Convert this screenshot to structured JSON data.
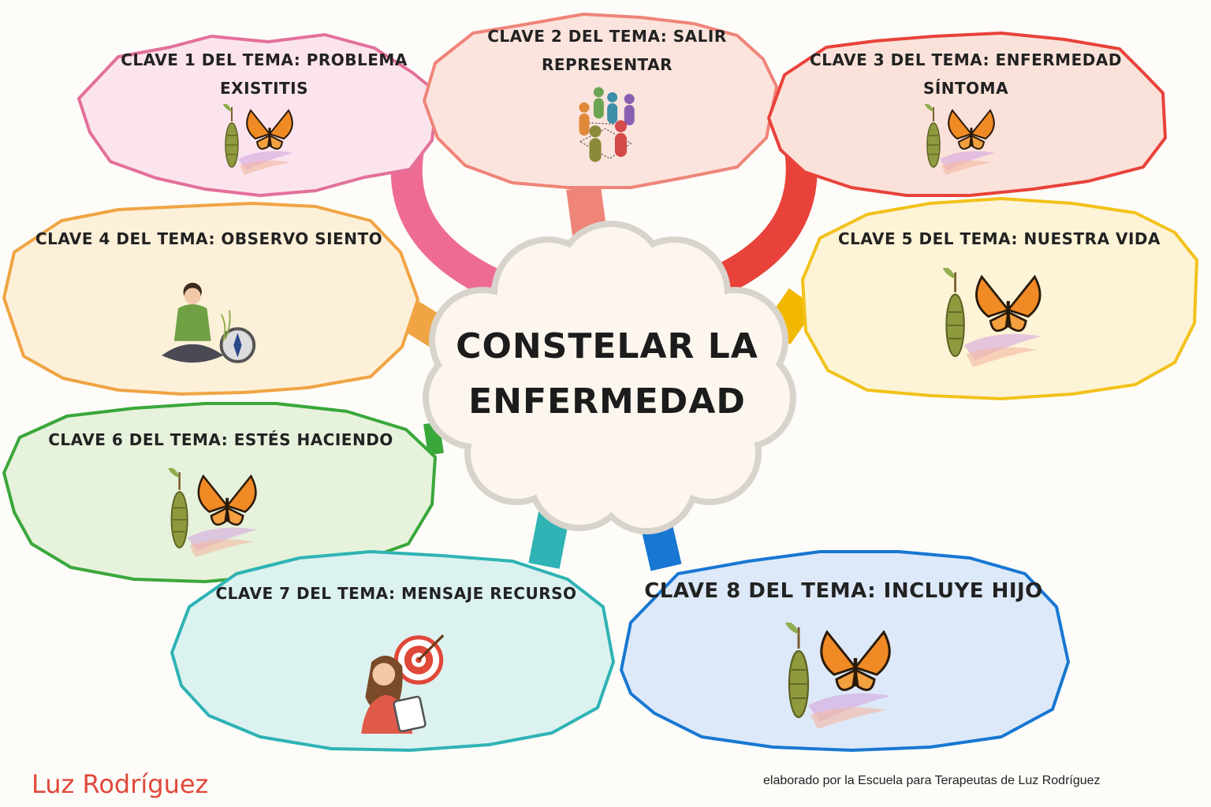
{
  "center": {
    "line1": "CONSTELAR LA",
    "line2": "ENFERMEDAD"
  },
  "claves": [
    {
      "line1": "CLAVE 1 DEL TEMA: PROBLEMA",
      "line2": "EXISTITIS",
      "color": "#e3709a",
      "fill": "#fbe4ee",
      "icon": "butterfly-icon"
    },
    {
      "line1": "CLAVE 2 DEL TEMA: SALIR",
      "line2": "REPRESENTAR",
      "color": "#ef8478",
      "fill": "#fbe4dd",
      "icon": "people-constellation-icon"
    },
    {
      "line1": "CLAVE 3 DEL TEMA: ENFERMEDAD",
      "line2": "SÍNTOMA",
      "color": "#e8423a",
      "fill": "#fae2da",
      "icon": "butterfly-icon"
    },
    {
      "line1": "CLAVE 4 DEL TEMA: OBSERVO SIENTO",
      "line2": "",
      "color": "#f0a443",
      "fill": "#fdf0d9",
      "icon": "meditating-woman-compass-icon"
    },
    {
      "line1": "CLAVE 5 DEL TEMA: NUESTRA VIDA",
      "line2": "",
      "color": "#f2c21b",
      "fill": "#fdf3d6",
      "icon": "butterfly-icon"
    },
    {
      "line1": "CLAVE 6 DEL TEMA: ESTÉS HACIENDO",
      "line2": "",
      "color": "#3aa73a",
      "fill": "#e6f2dc",
      "icon": "butterfly-icon"
    },
    {
      "line1": "CLAVE 7 DEL TEMA: MENSAJE RECURSO",
      "line2": "",
      "color": "#2fb3b5",
      "fill": "#dcf2f0",
      "icon": "woman-target-icon"
    },
    {
      "line1": "CLAVE 8 DEL TEMA: INCLUYE HIJO",
      "line2": "",
      "color": "#1877d2",
      "fill": "#dde9f8",
      "icon": "butterfly-icon"
    }
  ],
  "footer": {
    "author": "Luz Rodríguez",
    "credit": "elaborado por la Escuela para Terapeutas de Luz Rodríguez"
  }
}
